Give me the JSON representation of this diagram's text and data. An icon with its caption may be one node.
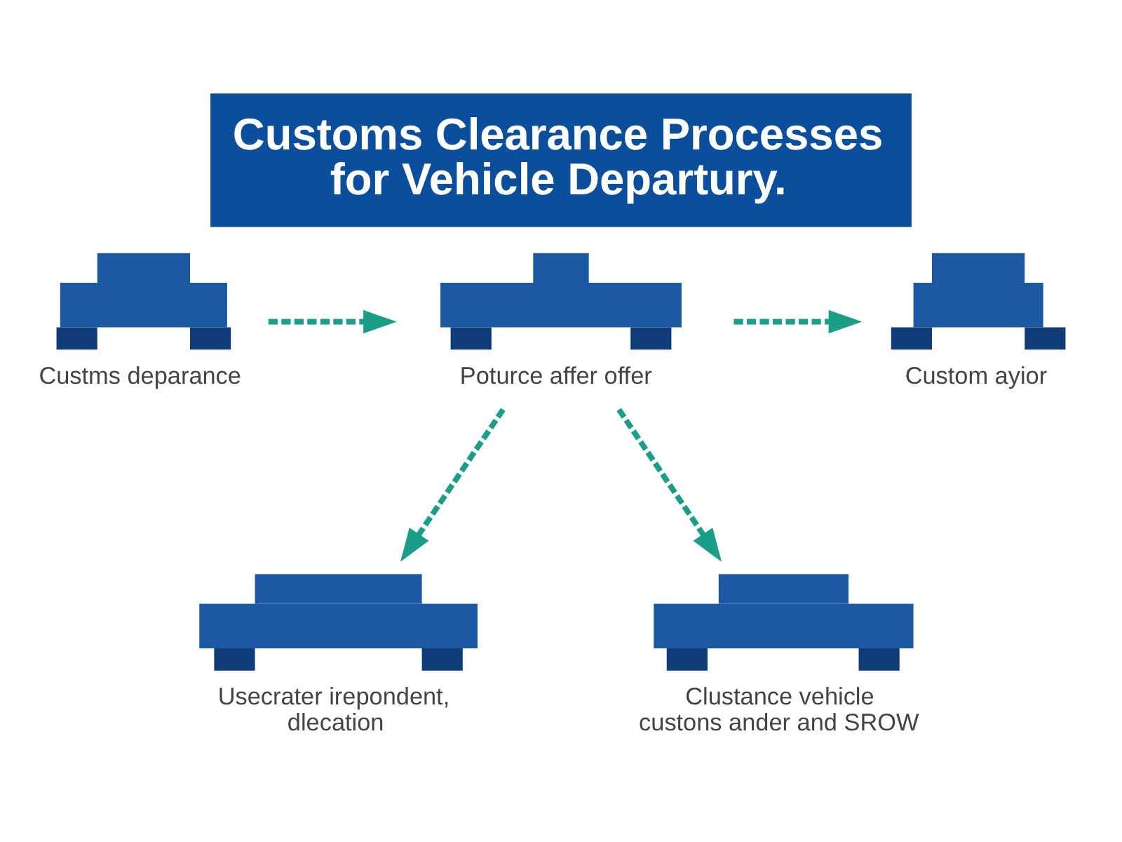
{
  "diagram": {
    "title": "Customs Clearance Processes for Vehicle Departury.",
    "nodes": [
      {
        "text": [],
        "shape": "picture",
        "beside": [
          "Custms deparance"
        ]
      },
      {
        "text": [],
        "shape": "picture",
        "beside": [
          "Poturce affer offer"
        ]
      },
      {
        "text": [],
        "shape": "picture",
        "beside": [
          "Custom ayior"
        ]
      },
      {
        "text": [],
        "shape": "picture",
        "beside": [
          "Usecrater irepondent, dlecation"
        ]
      },
      {
        "text": [],
        "shape": "picture",
        "beside": [
          "Clustance vehicle custons ander and SROW"
        ]
      }
    ],
    "edges": [
      {
        "from": 0,
        "to": 1,
        "arrow": "to",
        "style": "dashed"
      },
      {
        "from": 1,
        "to": 2,
        "arrow": "to",
        "style": "dashed"
      },
      {
        "from": 1,
        "to": 3,
        "arrow": "to",
        "style": "dashed"
      },
      {
        "from": 1,
        "to": 4,
        "arrow": "to",
        "style": "dashed"
      }
    ]
  }
}
